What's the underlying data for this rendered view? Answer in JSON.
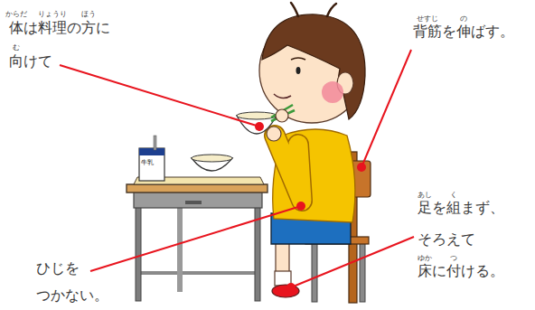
{
  "diagram": {
    "labels": [
      "からだ",
      "りょうり",
      "ほう",
      "む",
      "体は料理の方に 向けて",
      "せすじ",
      "の",
      "背筋を伸ばす。",
      "牛乳",
      "あし",
      "く",
      "ゆか",
      "つ",
      "足を組まず、 そろえて 床に付ける。",
      "ひじを つかない。"
    ]
  }
}
